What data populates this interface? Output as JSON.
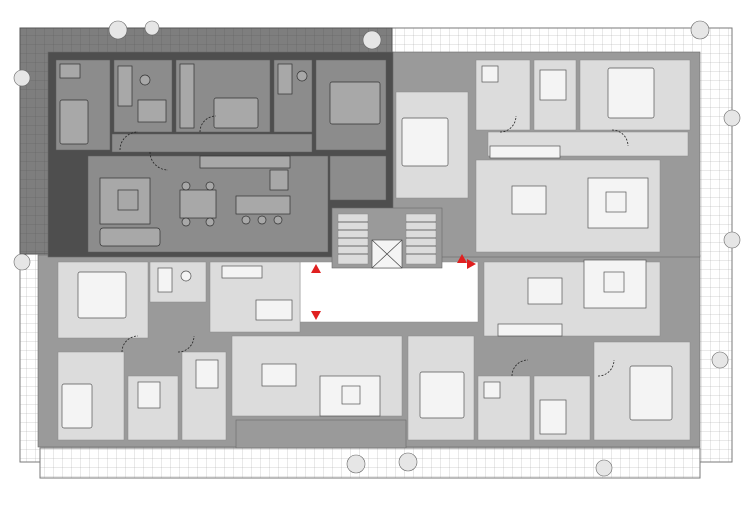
{
  "plan": {
    "colors": {
      "highlight_unit": "#8c8c8c",
      "room": "#dcdcdc",
      "wall": "#9a9a9a",
      "terrace": "#ffffff",
      "entrance_marker": "#e02020"
    },
    "units": [
      {
        "id": "apartment-north-west",
        "highlighted": true
      },
      {
        "id": "apartment-north-east",
        "highlighted": false
      },
      {
        "id": "apartment-south-west",
        "highlighted": false
      },
      {
        "id": "apartment-south-east",
        "highlighted": false
      }
    ],
    "core": {
      "stair": "stair-icon",
      "lift": "elevator-icon"
    },
    "entrance_markers": 4
  }
}
